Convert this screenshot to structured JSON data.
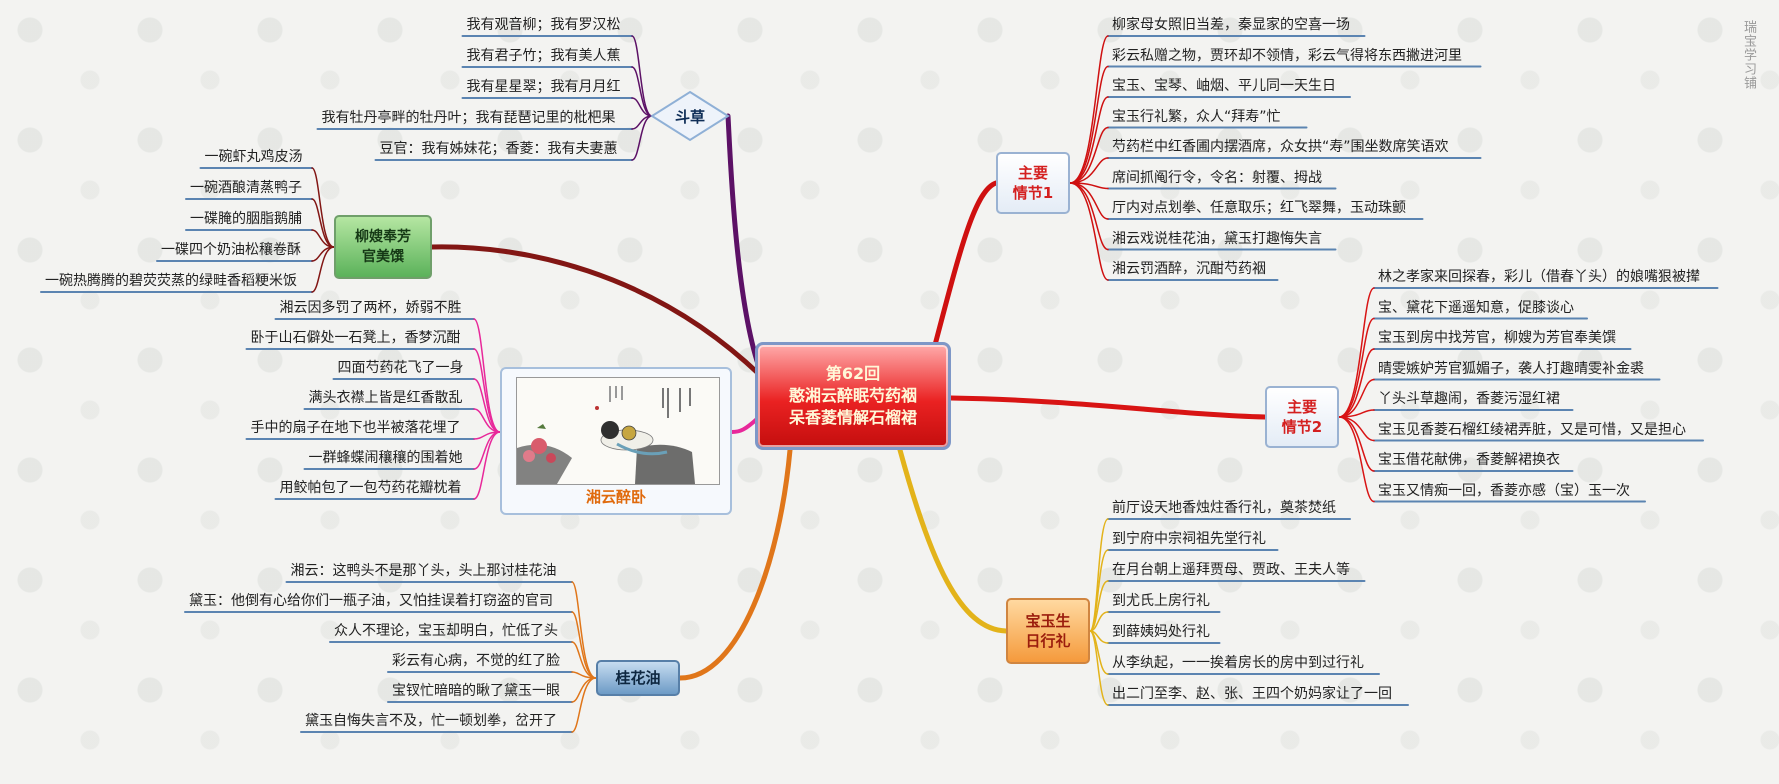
{
  "center": {
    "line1": "第62回",
    "line2": "憨湘云醉眠芍药裀",
    "line3": "呆香菱情解石榴裙"
  },
  "watermark": "瑞宝学习铺",
  "branches": {
    "zhucao": {
      "label": "斗草",
      "leaves": [
        "我有观音柳；我有罗汉松",
        "我有君子竹；我有美人蕉",
        "我有星星翠；我有月月红",
        "我有牡丹亭畔的牡丹叶；我有琵琶记里的枇杷果",
        "豆官：我有姊妹花；香菱：我有夫妻蕙"
      ]
    },
    "liusao": {
      "label": "柳嫂奉芳\n官美馔",
      "leaves": [
        "一碗虾丸鸡皮汤",
        "一碗酒酿清蒸鸭子",
        "一碟腌的胭脂鹅脯",
        "一碟四个奶油松穰卷酥",
        "一碗热腾腾的碧荧荧蒸的绿畦香稻粳米饭"
      ]
    },
    "xiangyun": {
      "label": "湘云醉卧",
      "leaves": [
        "湘云因多罚了两杯，娇弱不胜",
        "卧于山石僻处一石凳上，香梦沉酣",
        "四面芍药花飞了一身",
        "满头衣襟上皆是红香散乱",
        "手中的扇子在地下也半被落花埋了",
        "一群蜂蝶闹穰穰的围着她",
        "用鲛帕包了一包芍药花瓣枕着"
      ]
    },
    "guihua": {
      "label": "桂花油",
      "leaves": [
        "湘云：这鸭头不是那丫头，头上那讨桂花油",
        "黛玉：他倒有心给你们一瓶子油，又怕挂误着打窃盗的官司",
        "众人不理论，宝玉却明白，忙低了头",
        "彩云有心病，不觉的红了脸",
        "宝钗忙暗暗的瞅了黛玉一眼",
        "黛玉自悔失言不及，忙一顿划拳，岔开了"
      ]
    },
    "plot1": {
      "label": "主要\n情节1",
      "leaves": [
        "柳家母女照旧当差，秦显家的空喜一场",
        "彩云私赠之物，贾环却不领情，彩云气得将东西撇进河里",
        "宝玉、宝琴、岫烟、平儿同一天生日",
        "宝玉行礼繁，众人“拜寿”忙",
        "芍药栏中红香圃内摆酒席，众女拱“寿”围坐数席笑语欢",
        "席间抓阄行令，令名：射覆、拇战",
        "厅内对点划拳、任意取乐；红飞翠舞，玉动珠颤",
        "湘云戏说桂花油，黛玉打趣悔失言",
        "湘云罚酒醉，沉酣芍药裀"
      ]
    },
    "plot2": {
      "label": "主要\n情节2",
      "leaves": [
        "林之孝家来回探春，彩儿（借春丫头）的娘嘴狠被撵",
        "宝、黛花下遥遥知意，促膝谈心",
        "宝玉到房中找芳官，柳嫂为芳官奉美馔",
        "晴雯嫉妒芳官狐媚子，袭人打趣晴雯补金裘",
        "丫头斗草趣闹，香菱污湿红裙",
        "宝玉见香菱石榴红绫裙弄脏，又是可惜，又是担心",
        "宝玉借花献佛，香菱解裙换衣",
        "宝玉又情痴一回，香菱亦感（宝）玉一次"
      ]
    },
    "birthday": {
      "label": "宝玉生\n日行礼",
      "leaves": [
        "前厅设天地香烛炷香行礼，奠茶焚纸",
        "到宁府中宗祠祖先堂行礼",
        "在月台朝上遥拜贾母、贾政、王夫人等",
        "到尤氏上房行礼",
        "到薛姨妈处行礼",
        "从李纨起，一一挨着房长的房中到过行礼",
        "出二门至李、赵、张、王四个奶妈家让了一回"
      ]
    }
  },
  "colors": {
    "zhucao": "#5c1166",
    "liusao": "#821614",
    "xiangyun": "#e8289a",
    "guihua": "#e0761a",
    "plot1": "#cf1010",
    "plot2": "#d81414",
    "birthday": "#e3b31a"
  }
}
